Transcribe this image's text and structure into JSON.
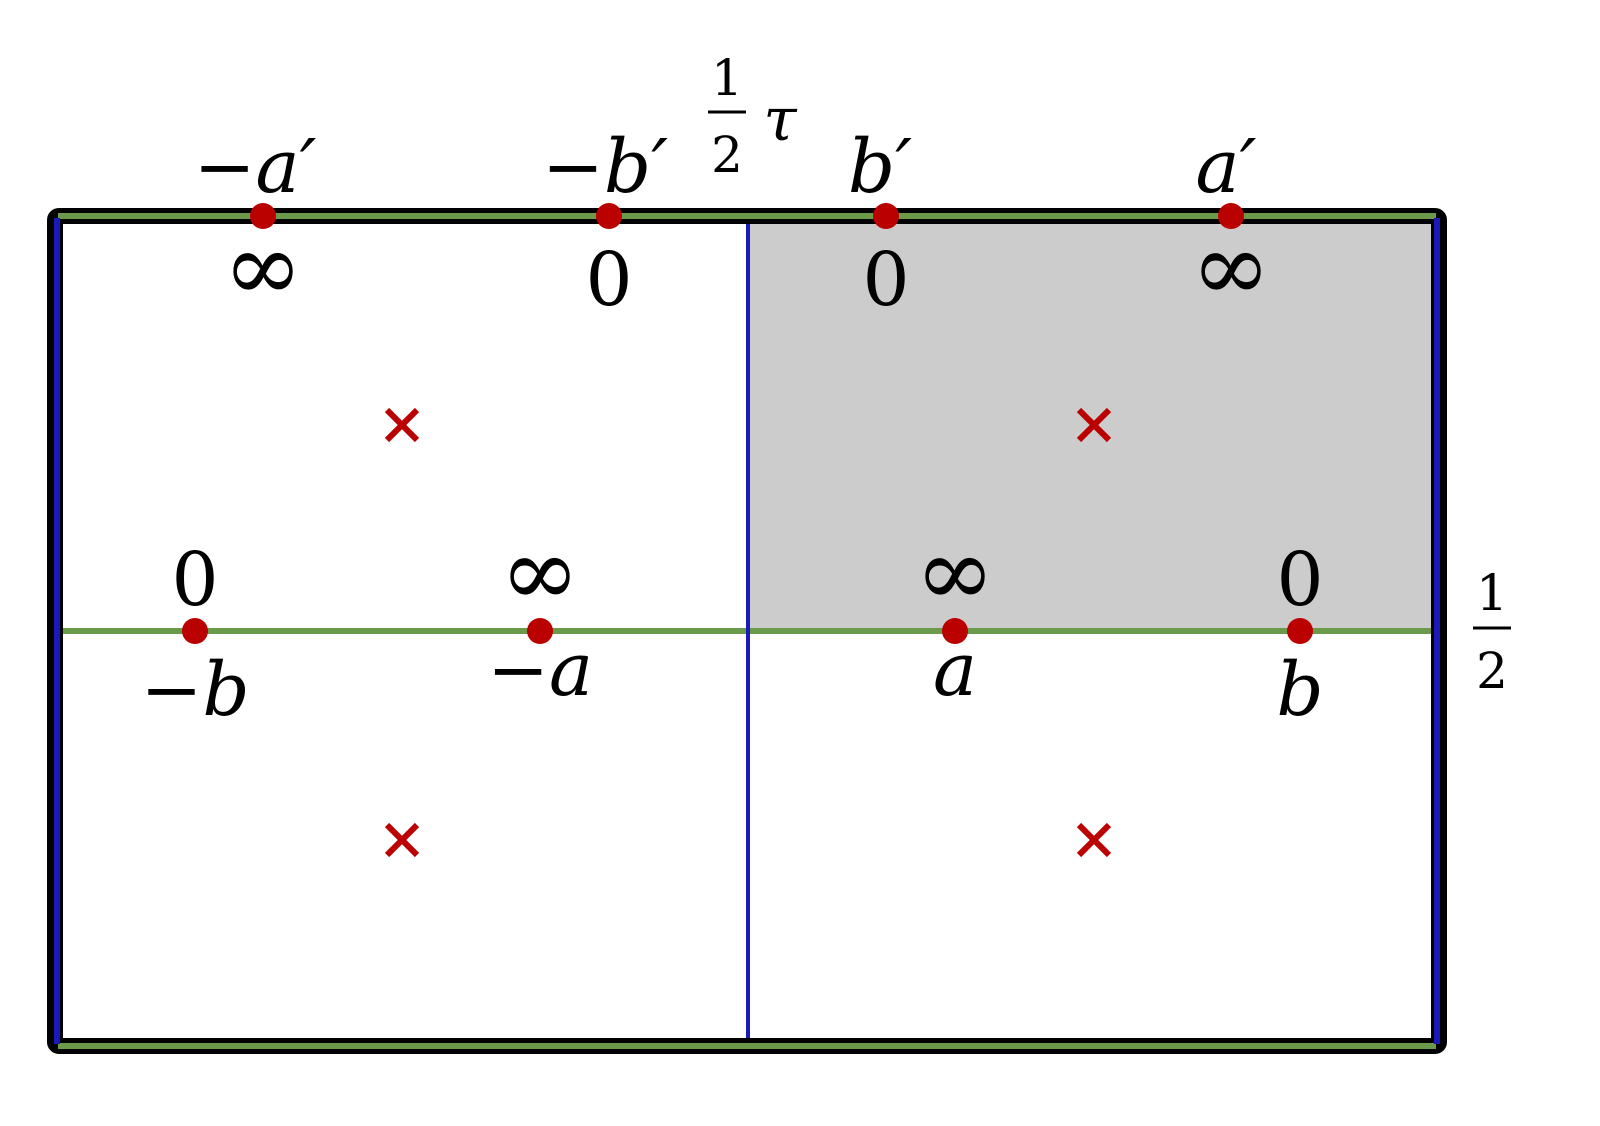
{
  "colors": {
    "frame": "#000000",
    "blue_edge": "#1a1ab8",
    "green_edge": "#6a9a4a",
    "shade": "#cccccc",
    "point": "#bb0000",
    "cross": "#bb0000"
  },
  "top_labels": {
    "neg_a_prime": "−a′",
    "neg_b_prime": "−b′",
    "b_prime": "b′",
    "a_prime": "a′"
  },
  "top_values": {
    "neg_a_prime": "∞",
    "neg_b_prime": "0",
    "b_prime": "0",
    "a_prime": "∞"
  },
  "mid_labels": {
    "neg_b": "−b",
    "neg_a": "−a",
    "a": "a",
    "b": "b"
  },
  "mid_values": {
    "neg_b": "0",
    "neg_a": "∞",
    "a": "∞",
    "b": "0"
  },
  "half_tau": {
    "num": "1",
    "den": "2",
    "sym": "τ"
  },
  "half": {
    "num": "1",
    "den": "2"
  },
  "cross_symbol": "×"
}
